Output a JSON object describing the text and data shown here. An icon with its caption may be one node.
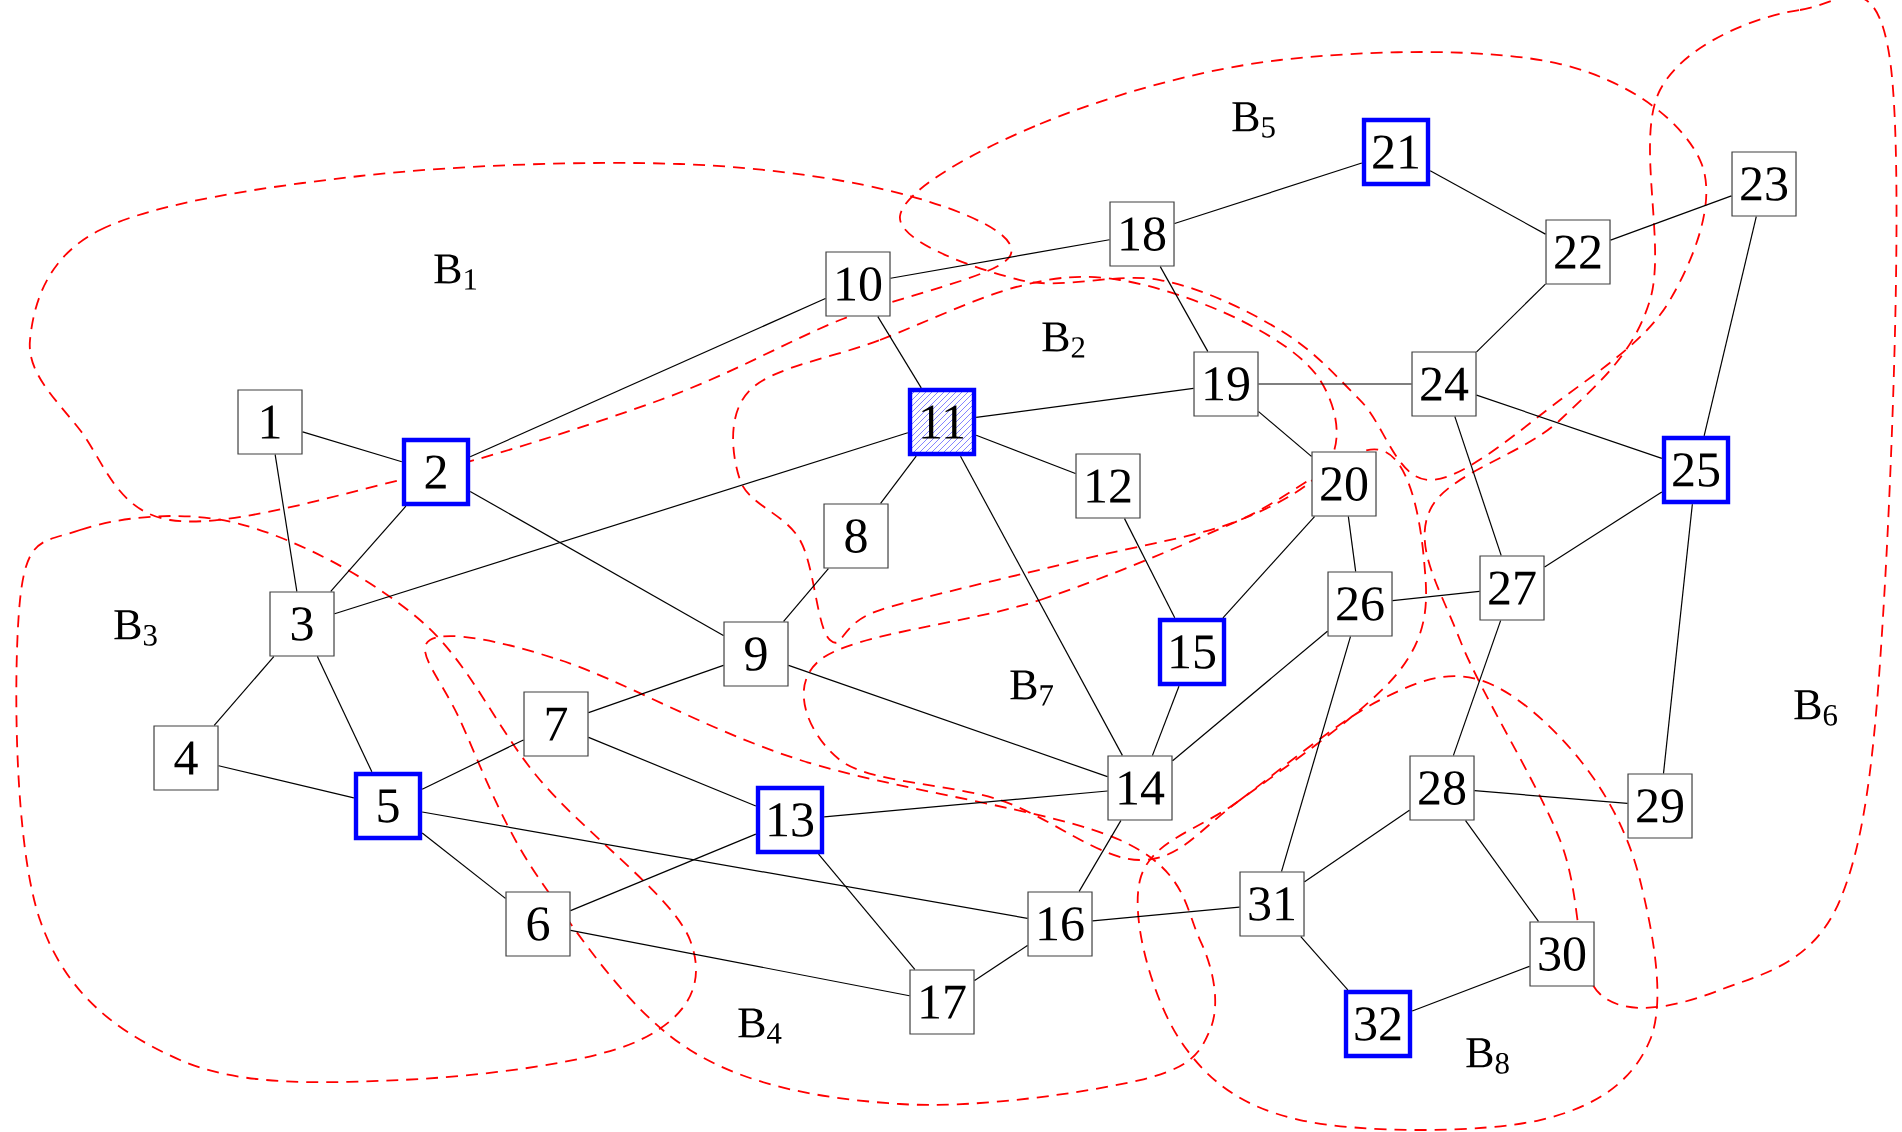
{
  "diagram": {
    "nodes": [
      {
        "text": [
          "1"
        ]
      },
      {
        "text": [
          "2"
        ]
      },
      {
        "text": [
          "3"
        ]
      },
      {
        "text": [
          "4"
        ]
      },
      {
        "text": [
          "5"
        ]
      },
      {
        "text": [
          "6"
        ]
      },
      {
        "text": [
          "7"
        ]
      },
      {
        "text": [
          "8"
        ]
      },
      {
        "text": [
          "9"
        ]
      },
      {
        "text": [
          "10"
        ]
      },
      {
        "text": [
          "11"
        ]
      },
      {
        "text": [
          "12"
        ]
      },
      {
        "text": [
          "13"
        ]
      },
      {
        "text": [
          "14"
        ]
      },
      {
        "text": [
          "15"
        ]
      },
      {
        "text": [
          "16"
        ]
      },
      {
        "text": [
          "17"
        ]
      },
      {
        "text": [
          "18"
        ]
      },
      {
        "text": [
          "19"
        ]
      },
      {
        "text": [
          "20"
        ]
      },
      {
        "text": [
          "21"
        ]
      },
      {
        "text": [
          "22"
        ]
      },
      {
        "text": [
          "23"
        ]
      },
      {
        "text": [
          "24"
        ]
      },
      {
        "text": [
          "25"
        ]
      },
      {
        "text": [
          "26"
        ]
      },
      {
        "text": [
          "27"
        ]
      },
      {
        "text": [
          "28"
        ]
      },
      {
        "text": [
          "29"
        ]
      },
      {
        "text": [
          "30"
        ]
      },
      {
        "text": [
          "31"
        ]
      },
      {
        "text": [
          "32"
        ]
      }
    ],
    "edges": [
      {
        "from": 0,
        "to": 1,
        "arrow": "none"
      },
      {
        "from": 0,
        "to": 2,
        "arrow": "none"
      },
      {
        "from": 1,
        "to": 2,
        "arrow": "none"
      },
      {
        "from": 1,
        "to": 9,
        "arrow": "none"
      },
      {
        "from": 1,
        "to": 8,
        "arrow": "none"
      },
      {
        "from": 2,
        "to": 10,
        "arrow": "none"
      },
      {
        "from": 2,
        "to": 3,
        "arrow": "none"
      },
      {
        "from": 2,
        "to": 4,
        "arrow": "none"
      },
      {
        "from": 3,
        "to": 4,
        "arrow": "none"
      },
      {
        "from": 4,
        "to": 6,
        "arrow": "none"
      },
      {
        "from": 4,
        "to": 5,
        "arrow": "none"
      },
      {
        "from": 4,
        "to": 15,
        "arrow": "none"
      },
      {
        "from": 6,
        "to": 8,
        "arrow": "none"
      },
      {
        "from": 6,
        "to": 12,
        "arrow": "none"
      },
      {
        "from": 5,
        "to": 12,
        "arrow": "none"
      },
      {
        "from": 5,
        "to": 16,
        "arrow": "none"
      },
      {
        "from": 7,
        "to": 10,
        "arrow": "none"
      },
      {
        "from": 7,
        "to": 8,
        "arrow": "none"
      },
      {
        "from": 8,
        "to": 13,
        "arrow": "none"
      },
      {
        "from": 9,
        "to": 17,
        "arrow": "none"
      },
      {
        "from": 9,
        "to": 10,
        "arrow": "none"
      },
      {
        "from": 10,
        "to": 18,
        "arrow": "none"
      },
      {
        "from": 10,
        "to": 11,
        "arrow": "none"
      },
      {
        "from": 10,
        "to": 13,
        "arrow": "none"
      },
      {
        "from": 11,
        "to": 14,
        "arrow": "none"
      },
      {
        "from": 12,
        "to": 13,
        "arrow": "none"
      },
      {
        "from": 12,
        "to": 16,
        "arrow": "none"
      },
      {
        "from": 13,
        "to": 14,
        "arrow": "none"
      },
      {
        "from": 13,
        "to": 25,
        "arrow": "none"
      },
      {
        "from": 13,
        "to": 15,
        "arrow": "none"
      },
      {
        "from": 15,
        "to": 16,
        "arrow": "none"
      },
      {
        "from": 15,
        "to": 30,
        "arrow": "none"
      },
      {
        "from": 17,
        "to": 20,
        "arrow": "none"
      },
      {
        "from": 17,
        "to": 18,
        "arrow": "none"
      },
      {
        "from": 18,
        "to": 23,
        "arrow": "none"
      },
      {
        "from": 18,
        "to": 19,
        "arrow": "none"
      },
      {
        "from": 19,
        "to": 14,
        "arrow": "none"
      },
      {
        "from": 19,
        "to": 25,
        "arrow": "none"
      },
      {
        "from": 20,
        "to": 21,
        "arrow": "none"
      },
      {
        "from": 21,
        "to": 22,
        "arrow": "none"
      },
      {
        "from": 21,
        "to": 23,
        "arrow": "none"
      },
      {
        "from": 22,
        "to": 24,
        "arrow": "none"
      },
      {
        "from": 23,
        "to": 24,
        "arrow": "none"
      },
      {
        "from": 23,
        "to": 26,
        "arrow": "none"
      },
      {
        "from": 24,
        "to": 26,
        "arrow": "none"
      },
      {
        "from": 24,
        "to": 28,
        "arrow": "none"
      },
      {
        "from": 25,
        "to": 26,
        "arrow": "none"
      },
      {
        "from": 25,
        "to": 30,
        "arrow": "none"
      },
      {
        "from": 26,
        "to": 27,
        "arrow": "none"
      },
      {
        "from": 27,
        "to": 28,
        "arrow": "none"
      },
      {
        "from": 27,
        "to": 30,
        "arrow": "none"
      },
      {
        "from": 27,
        "to": 29,
        "arrow": "none"
      },
      {
        "from": 30,
        "to": 31,
        "arrow": "none"
      },
      {
        "from": 31,
        "to": 29,
        "arrow": "none"
      }
    ],
    "labels": [
      "B$_{5}$",
      "B$_{1}$",
      "B$_{2}$",
      "B$_{3}$",
      "B$_{7}$",
      "B$_{6}$",
      "B$_{4}$",
      "B$_{8}$"
    ]
  }
}
